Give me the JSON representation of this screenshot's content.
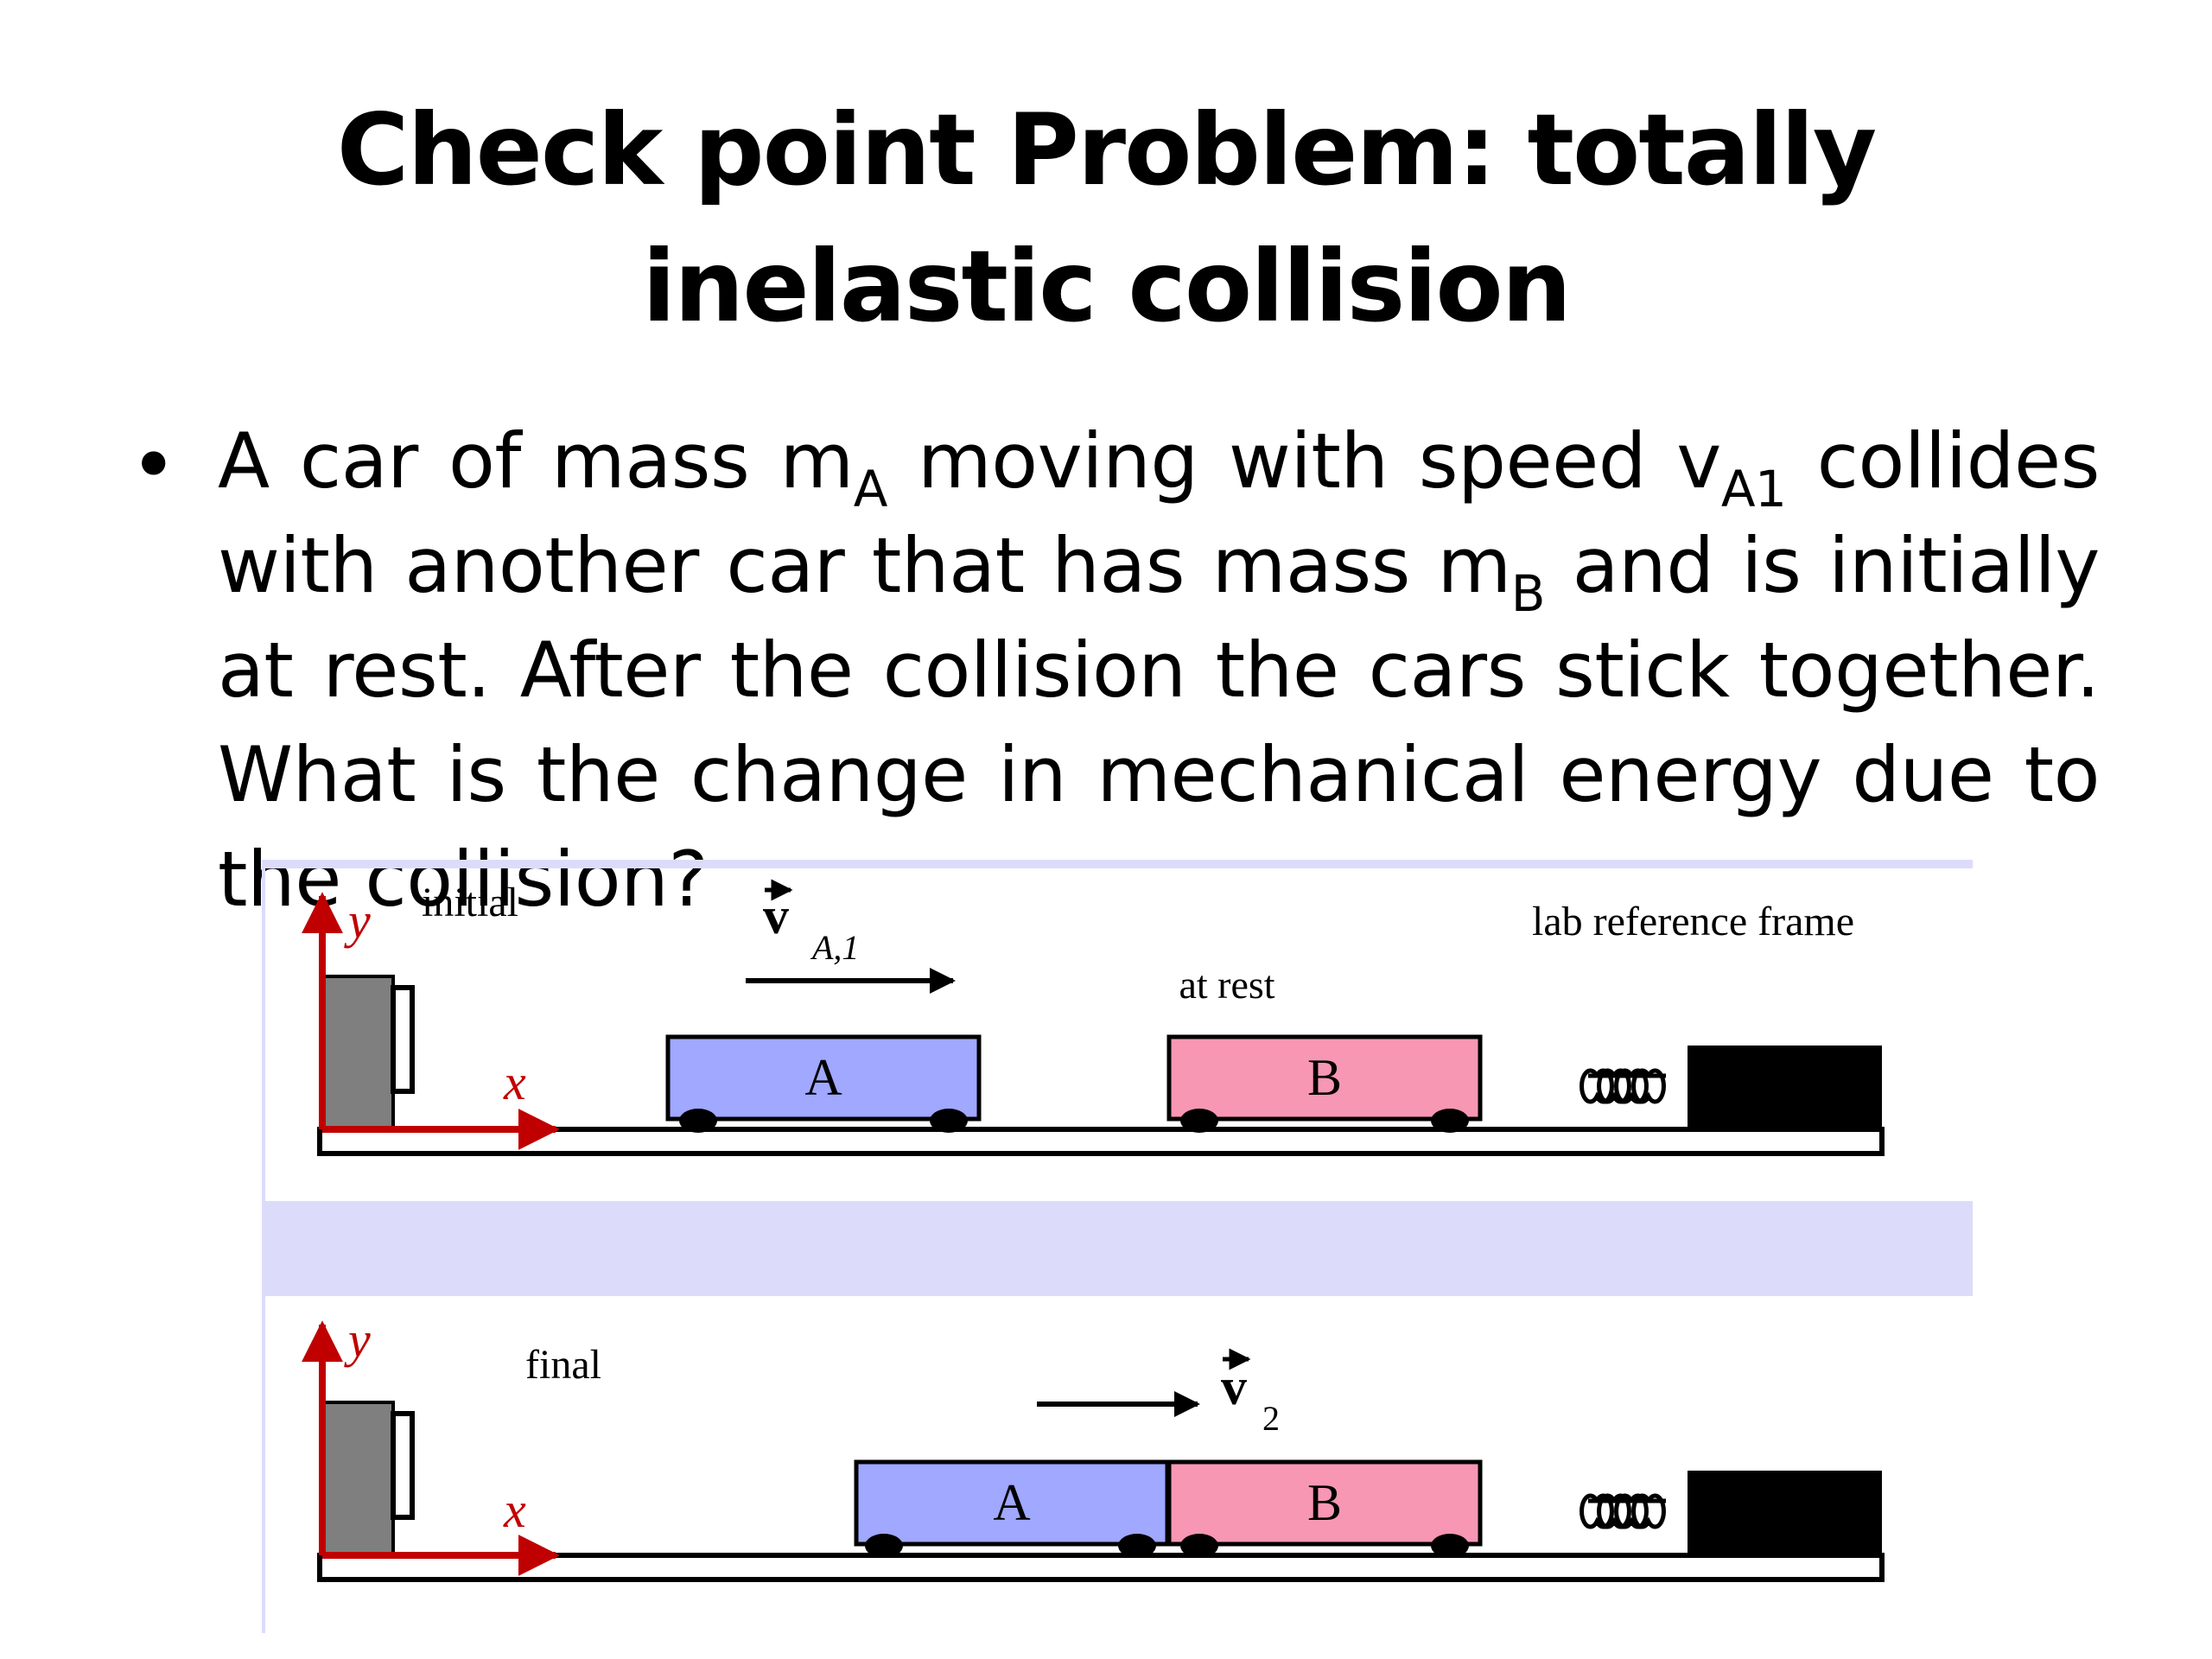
{
  "title": {
    "line1": "Check point Problem: totally",
    "line2": "inelastic collision"
  },
  "problem": {
    "bullet": "•",
    "p1": "A car of mass m",
    "p1_sub": "A",
    "p2": " moving with speed v",
    "p2_sub": "A1",
    "p3": " collides with another car that has mass m",
    "p3_sub": "B",
    "p4": " and is initially at rest. After the collision the cars stick together. What is the change in mechanical energy due to the collision?"
  },
  "diagram": {
    "initial_panel": {
      "label": "initial",
      "frame_label": "lab reference frame",
      "velocity_symbol": "v",
      "velocity_subscript": "A,1",
      "at_rest_label": "at rest",
      "car_a": "A",
      "car_b": "B",
      "y_axis": "y",
      "x_axis": "x"
    },
    "final_panel": {
      "label": "final",
      "velocity_symbol": "v",
      "velocity_subscript": "2",
      "car_a": "A",
      "car_b": "B",
      "y_axis": "y",
      "x_axis": "x"
    },
    "colors": {
      "car_a": "#a0a8ff",
      "car_b": "#f797b3",
      "axis": "#c00000",
      "band": "#dcdcfa",
      "post": "#7f7f7f"
    }
  }
}
